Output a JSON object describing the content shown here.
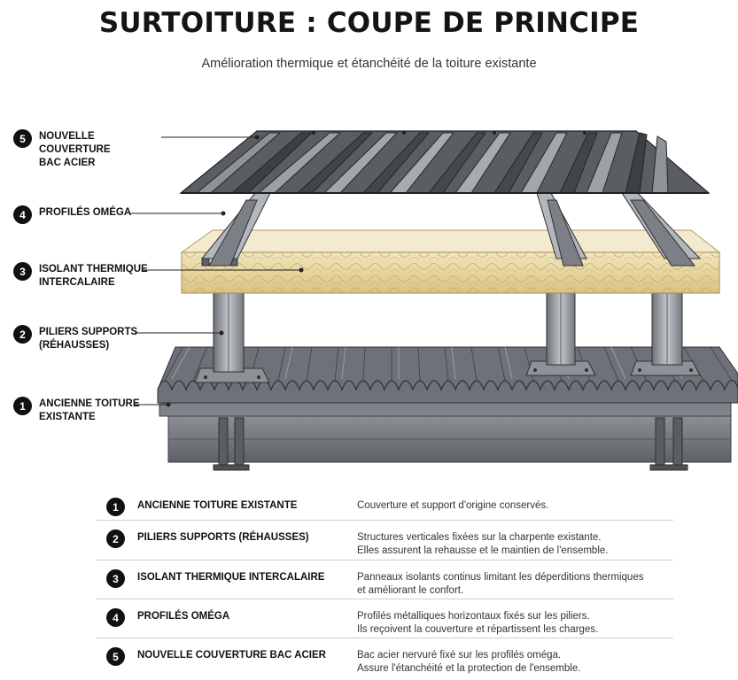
{
  "title": "SURTOITURE : COUPE DE PRINCIPE",
  "subtitle": "Amélioration thermique et étanchéité de la toiture existante",
  "callouts": [
    {
      "number": "5",
      "label": "NOUVELLE COUVERTURE\nBAC ACIER"
    },
    {
      "number": "4",
      "label": "PROFILÉS OMÉGA"
    },
    {
      "number": "3",
      "label": "ISOLANT THERMIQUE\nINTERCALAIRE"
    },
    {
      "number": "2",
      "label": "PILIERS SUPPORTS\n(RÉHAUSSES)"
    },
    {
      "number": "1",
      "label": "ANCIENNE TOITURE\nEXISTANTE"
    }
  ],
  "legend": [
    {
      "number": "1",
      "name": "ANCIENNE TOITURE EXISTANTE",
      "description": "Couverture et support d'origine conservés."
    },
    {
      "number": "2",
      "name": "PILIERS SUPPORTS (RÉHAUSSES)",
      "description": "Structures verticales fixées sur la charpente existante.\nElles assurent la rehausse et le maintien de l'ensemble."
    },
    {
      "number": "3",
      "name": "ISOLANT THERMIQUE INTERCALAIRE",
      "description": "Panneaux isolants continus limitant les déperditions thermiques\net améliorant le confort."
    },
    {
      "number": "4",
      "name": "PROFILÉS OMÉGA",
      "description": "Profilés métalliques horizontaux fixés sur les piliers.\nIls reçoivent la couverture et répartissent les charges."
    },
    {
      "number": "5",
      "name": "NOUVELLE COUVERTURE BAC ACIER",
      "description": "Bac acier nervuré fixé sur les profilés oméga.\nAssure l'étanchéité et la protection de l'ensemble."
    }
  ],
  "colors": {
    "steel_dark": "#4a4d52",
    "steel_light": "#9a9ea4",
    "insulation": "#e9d9a3",
    "badge": "#111111"
  }
}
